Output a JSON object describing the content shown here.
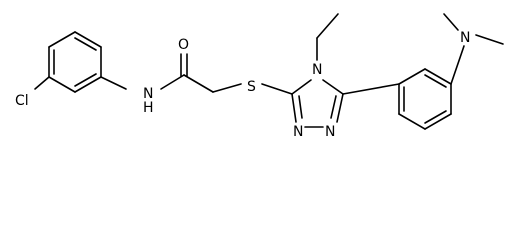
{
  "molecule": {
    "atom_labels": {
      "chlorine": "Cl",
      "amide_nitrogen": "N",
      "amide_hydrogen": "H",
      "carbonyl_oxygen": "O",
      "thioether_sulfur": "S",
      "triazole_n4": "N",
      "triazole_n1": "N",
      "triazole_n2": "N",
      "dimethylamino_nitrogen": "N"
    },
    "colors": {
      "bond": "#000000",
      "label": "#000000",
      "background": "#ffffff"
    }
  }
}
